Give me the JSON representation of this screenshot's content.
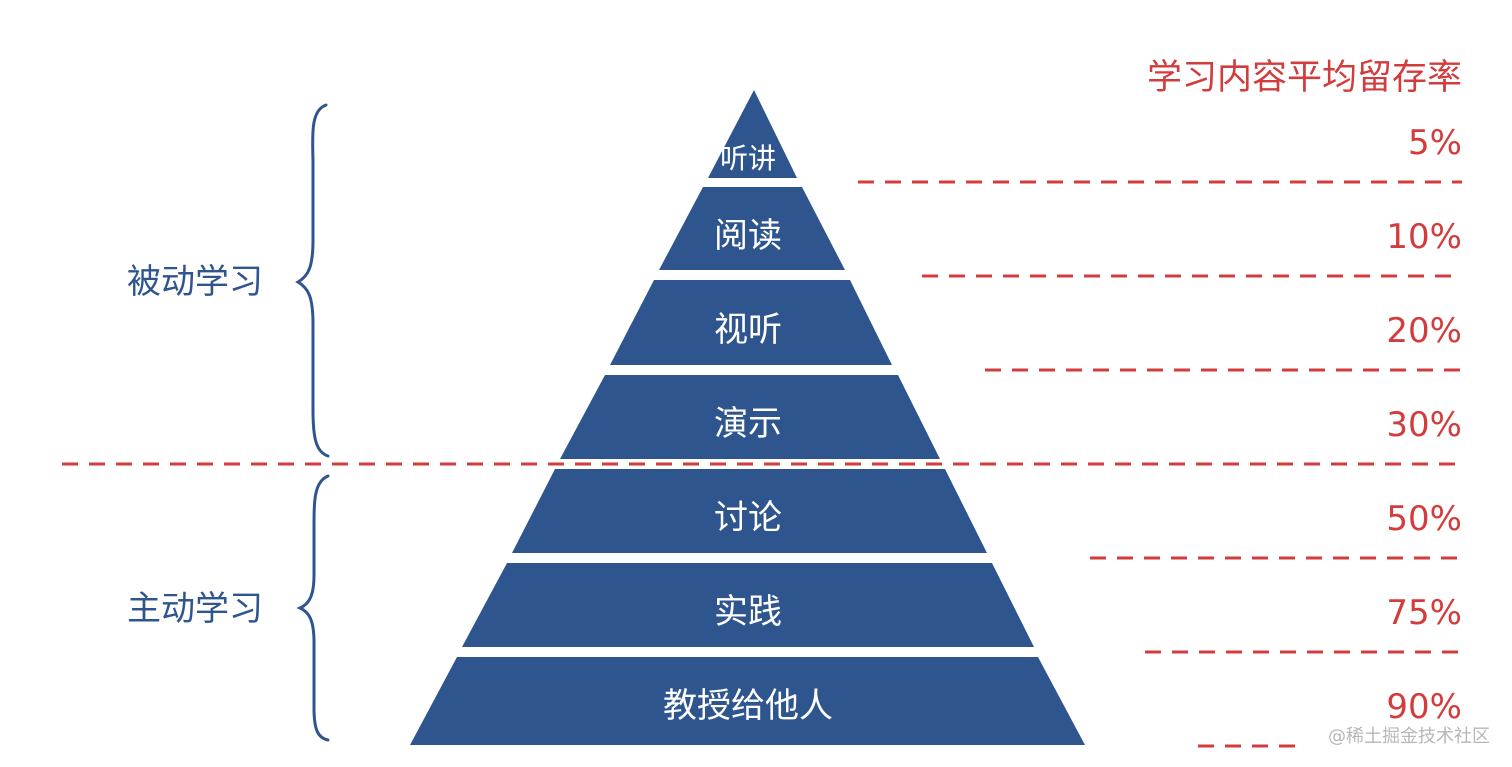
{
  "rate_header": "学习内容平均留存率",
  "groups": [
    {
      "label": "被动学习"
    },
    {
      "label": "主动学习"
    }
  ],
  "levels": [
    {
      "label": "听讲",
      "rate": "5%",
      "group": "被动学习"
    },
    {
      "label": "阅读",
      "rate": "10%",
      "group": "被动学习"
    },
    {
      "label": "视听",
      "rate": "20%",
      "group": "被动学习"
    },
    {
      "label": "演示",
      "rate": "30%",
      "group": "被动学习"
    },
    {
      "label": "讨论",
      "rate": "50%",
      "group": "主动学习"
    },
    {
      "label": "实践",
      "rate": "75%",
      "group": "主动学习"
    },
    {
      "label": "教授给他人",
      "rate": "90%",
      "group": "主动学习"
    }
  ],
  "watermark": "@稀土掘金技术社区",
  "colors": {
    "pyramid_fill": "#2f558f",
    "accent_red": "#d23c3c",
    "bracket": "#2f558f",
    "watermark": "#b7b7b7"
  }
}
